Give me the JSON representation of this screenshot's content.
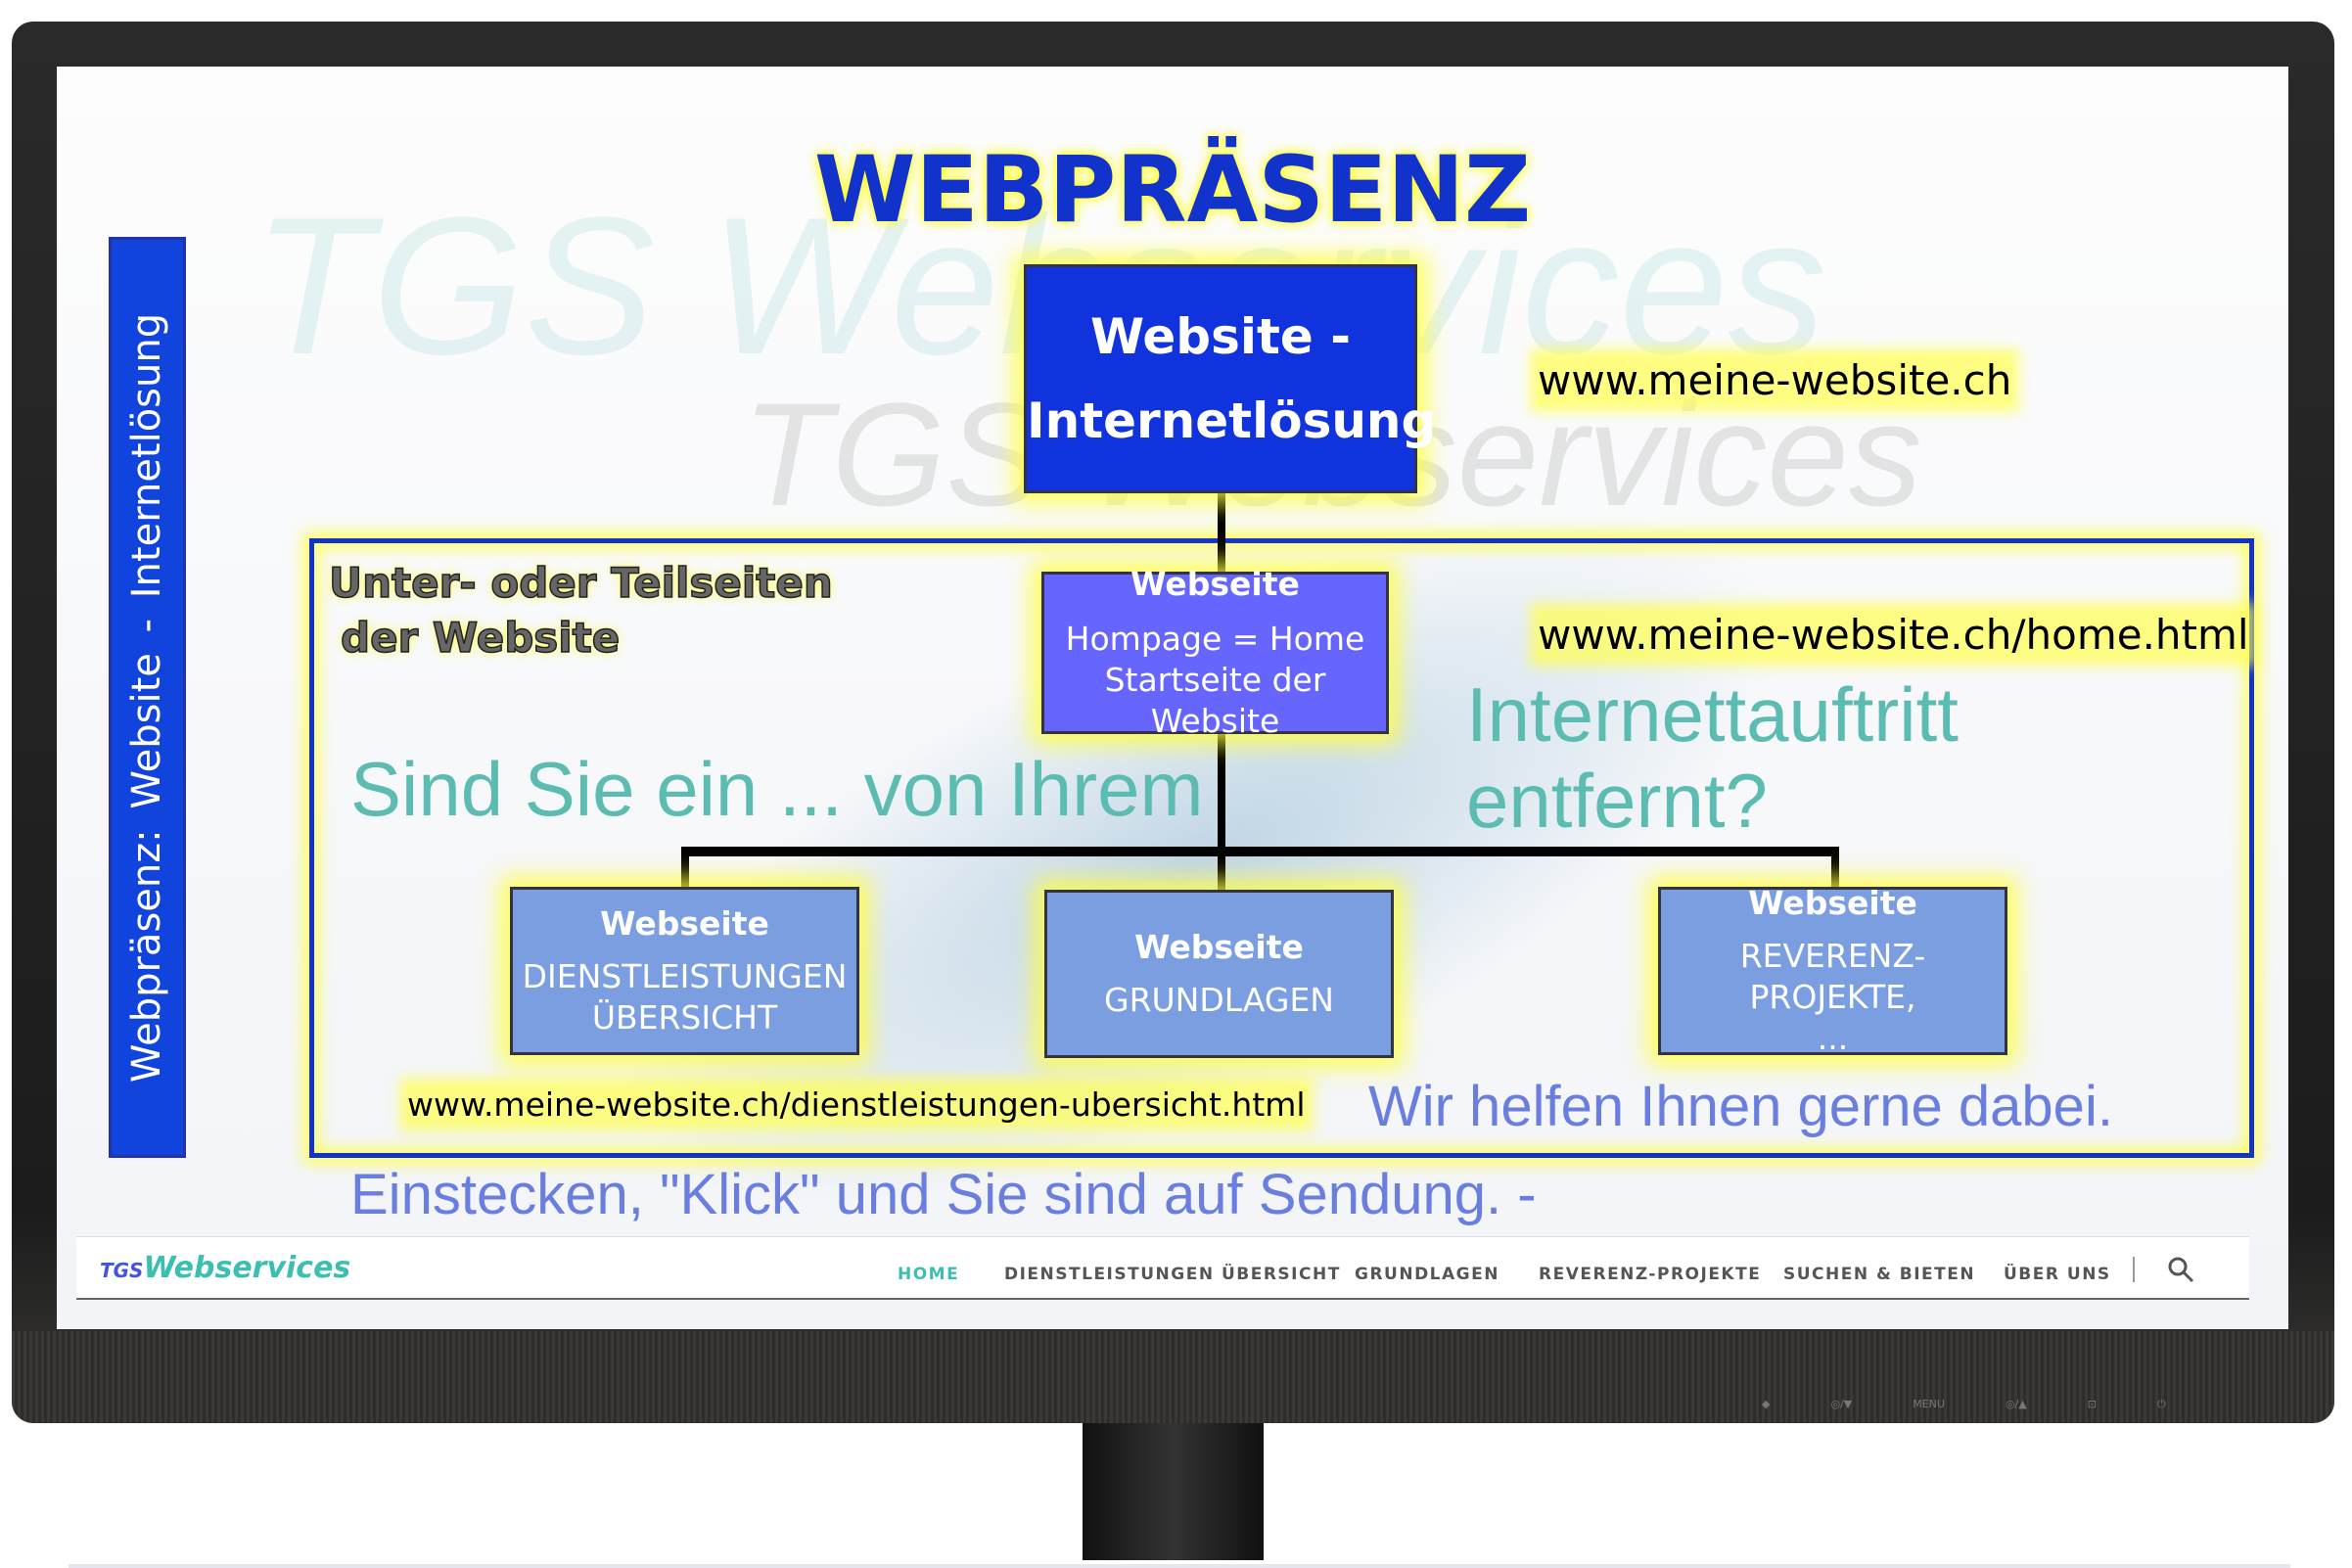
{
  "title": "WEBPRÄSENZ",
  "watermark_1": "TGS Webservices",
  "watermark_2": "TGS Webservices",
  "vertical_label": "Webpräsenz:  Website - Internetlösung",
  "top_box": {
    "line1": "Website -",
    "line2": "Internetlösung"
  },
  "url_main": "www.meine-website.ch",
  "frame_label": {
    "line1": "Unter- oder Teilseiten",
    "line2": "der Website"
  },
  "home_box": {
    "title": "Webseite",
    "line1": "Hompage = Home",
    "line2": "Startseite der Website"
  },
  "url_home": "www.meine-website.ch/home.html",
  "sub_boxes": [
    {
      "title": "Webseite",
      "line1": "DIENSTLEISTUNGEN",
      "line2": "ÜBERSICHT"
    },
    {
      "title": "Webseite",
      "line1": "GRUNDLAGEN",
      "line2": ""
    },
    {
      "title": "Webseite",
      "line1": "REVERENZ-PROJEKTE,",
      "line2": "..."
    }
  ],
  "url_dienst": "www.meine-website.ch/dienstleistungen-ubersicht.html",
  "background_text": {
    "line1": "Sind Sie ein ... von Ihrem",
    "line2": "Internettauftritt entfernt?",
    "line3": "Einstecken, \"Klick\" und Sie sind auf Sendung. -",
    "line4": "Wir helfen Ihnen gerne dabei."
  },
  "nav": {
    "logo_small": "TGS",
    "logo": "Webservices",
    "items": [
      "HOME",
      "DIENSTLEISTUNGEN ÜBERSICHT",
      "GRUNDLAGEN",
      "REVERENZ-PROJEKTE",
      "SUCHEN & BIETEN",
      "ÜBER UNS"
    ],
    "search_icon": "magnifier"
  },
  "monitor_buttons": [
    "◆",
    "◎/▼",
    "MENU",
    "◎/▲",
    "⊡",
    "⏻"
  ],
  "colors": {
    "accent": "#1133cc",
    "highlight": "#ffff33",
    "nav_active": "#3bbfb0"
  }
}
